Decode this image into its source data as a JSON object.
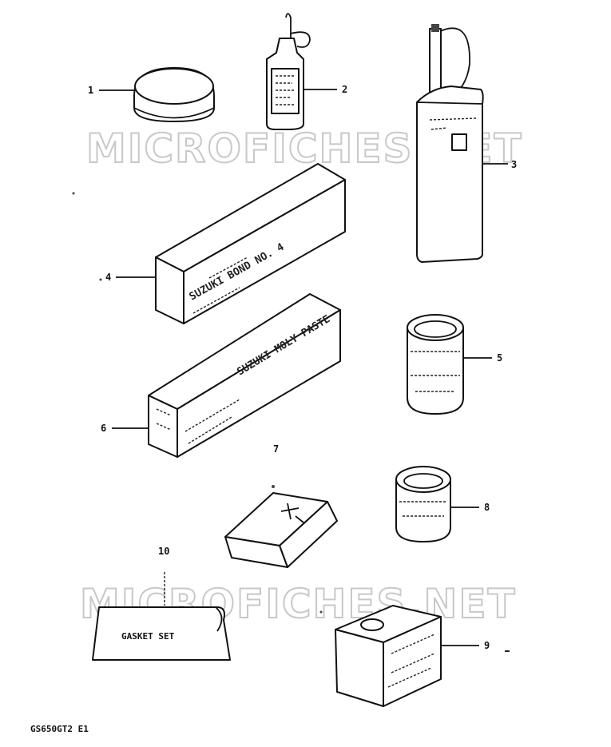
{
  "watermark": "MICROFICHES.NET",
  "diagram_code": "GS650GT2 E1",
  "parts": [
    {
      "number": "1"
    },
    {
      "number": "2"
    },
    {
      "number": "3"
    },
    {
      "number": "4"
    },
    {
      "number": "5"
    },
    {
      "number": "6"
    },
    {
      "number": "7"
    },
    {
      "number": "8"
    },
    {
      "number": "9"
    },
    {
      "number": "10"
    }
  ],
  "gasket_label": "GASKET SET",
  "box4_text": "SUZUKI BOND NO. 4",
  "box6_text": "SUZUKI MOLY PASTE"
}
